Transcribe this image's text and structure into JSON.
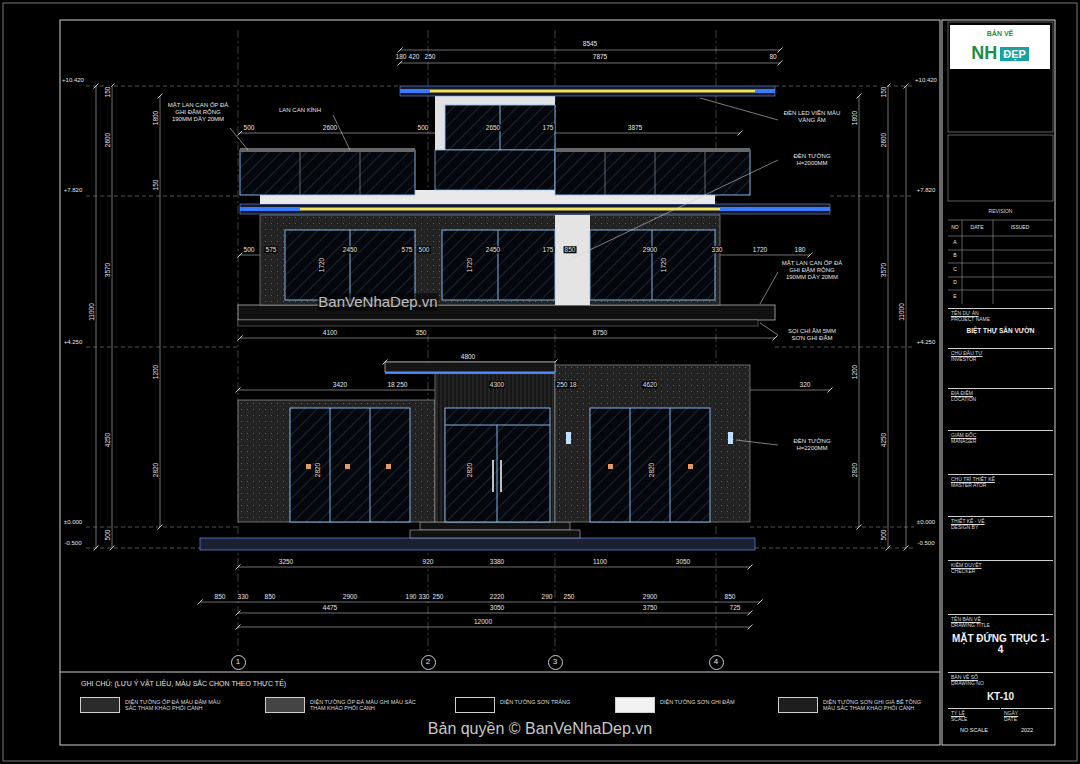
{
  "diagram": {
    "nodes": [
      {
        "text": [
          "BẢN VẼ",
          "NH",
          "ĐẸP"
        ]
      },
      {
        "text": [
          "REVISION"
        ]
      },
      {
        "text": [
          "TÊN DỰ ÁN",
          "PROJECT NAME",
          "BIỆT THỰ SÂN VƯỜN"
        ]
      },
      {
        "text": [
          "CHỦ ĐẦU TƯ",
          "INVESTOR"
        ]
      },
      {
        "text": [
          "ĐỊA ĐIỂM",
          "LOCATION"
        ]
      },
      {
        "text": [
          "GIÁM ĐỐC",
          "MANAGER"
        ]
      },
      {
        "text": [
          "CHỦ TRÌ THIẾT KẾ",
          "MASTER ATOR"
        ]
      },
      {
        "text": [
          "THIẾT KẾ - VẼ",
          "DESIGN BY"
        ]
      },
      {
        "text": [
          "KIỂM DUYỆT",
          "CHECKER"
        ]
      },
      {
        "text": [
          "TÊN BẢN VẼ",
          "DRAWING TITLE",
          "MẶT ĐỨNG TRỤC 1-4"
        ]
      },
      {
        "text": [
          "BẢN VẼ SỐ",
          "DRAWING NO",
          "KT-10"
        ]
      },
      {
        "text": [
          "TỶ LỆ",
          "SCALE",
          "NO SCALE"
        ]
      },
      {
        "text": [
          "NGÀY",
          "DATE",
          "2022"
        ]
      },
      {
        "text": [
          "1"
        ]
      },
      {
        "text": [
          "2"
        ]
      },
      {
        "text": [
          "3"
        ]
      },
      {
        "text": [
          "4"
        ]
      }
    ],
    "labels": [
      "8545",
      "180",
      "420",
      "250",
      "7875",
      "80",
      "MẶT LAN CAN ỐP ĐÁ GHI ĐẬM RỘNG 190MM DÀY 20MM",
      "LAN CAN KÍNH",
      "500",
      "2600",
      "500",
      "2650",
      "175",
      "3875",
      "ĐÈN LED VIỀN MÀU VÀNG ẤM",
      "ĐÈN TƯỜNG H=2000MM",
      "MẶT LAN CAN ỐP ĐÁ GHI ĐẬM RỘNG 190MM DÀY 20MM",
      "SỌI CHỈ ÂM 5MM SƠN GHI ĐẬM",
      "ĐÈN TƯỜNG H=2200MM",
      "500",
      "575",
      "2450",
      "575",
      "500",
      "2450",
      "175",
      "850",
      "2900",
      "330",
      "1720",
      "180",
      "4100",
      "350",
      "8750",
      "4800",
      "3420",
      "18",
      "250",
      "4300",
      "250",
      "18",
      "4620",
      "320",
      "3250",
      "920",
      "3380",
      "1100",
      "3050",
      "850",
      "330",
      "850",
      "2900",
      "190",
      "330",
      "250",
      "2220",
      "290",
      "250",
      "2900",
      "850",
      "4475",
      "3050",
      "3750",
      "725",
      "12000",
      "+10.420",
      "+10.420",
      "+7.820",
      "+7.820",
      "+4.250",
      "+4.250",
      "±0.000",
      "±0.000",
      "-0.500",
      "-0.500",
      "150",
      "2600",
      "3570",
      "4250",
      "500",
      "11000",
      "150",
      "2600",
      "3570",
      "4250",
      "500",
      "11000",
      "1800",
      "150",
      "1200",
      "2820",
      "1800",
      "1200",
      "2820",
      "1720",
      "1720",
      "1720",
      "2820",
      "2820",
      "2820",
      "GHI CHÚ: (LƯU Ý VẬT LIỆU, MÀU SẮC CHỌN THEO THỰC TẾ)",
      "NO",
      "DATE",
      "ISSUED",
      "A",
      "B",
      "C",
      "D",
      "E",
      "BanVeNhaDep.vn",
      "Bản quyền © BanVeNhaDep.vn"
    ],
    "legend": [
      {
        "text": "DIỆN TƯỜNG ỐP ĐÁ MÀU ĐẬM MÀU SẮC THAM KHẢO PHỐI CẢNH",
        "color": "#2b2b2b"
      },
      {
        "text": "DIỆN TƯỜNG ỐP ĐÁ MÀU GHI MÀU SẮC THAM KHẢO PHỐI CẢNH",
        "color": "#444444"
      },
      {
        "text": "DIỆN TƯỜNG SƠN TRẮNG",
        "color": "#000000"
      },
      {
        "text": "DIỆN TƯỜNG SƠN GHI ĐẬM",
        "color": "#f2f2f2"
      },
      {
        "text": "DIỆN TƯỜNG SƠN GHI GIẢ BÊ TÔNG MÀU SẮC THAM KHẢO PHỐI CẢNH",
        "color": "#1e1e1e"
      }
    ]
  }
}
